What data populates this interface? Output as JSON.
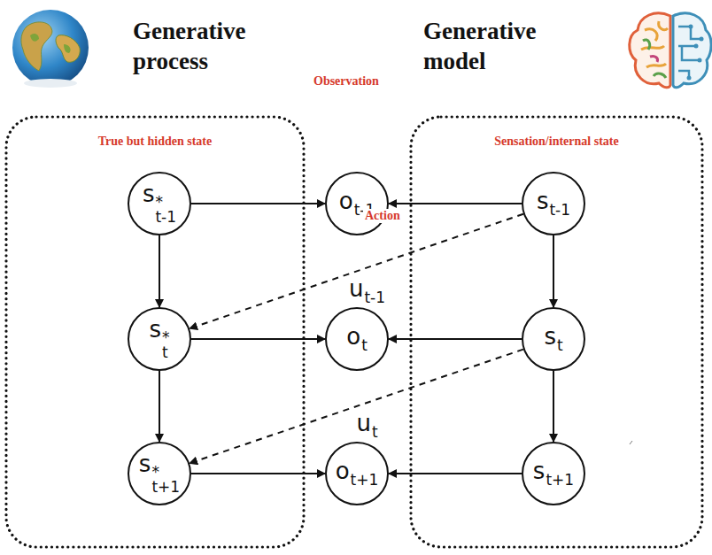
{
  "diagram": {
    "nodes": [
      {
        "text": [
          "True but hidden state"
        ]
      },
      {
        "text": [
          "s*t-1"
        ],
        "in": 0
      },
      {
        "text": [
          "s*t"
        ],
        "in": 0
      },
      {
        "text": [
          "s*t+1"
        ],
        "in": 0
      },
      {
        "text": [
          "ot-1"
        ]
      },
      {
        "text": [
          "ot"
        ]
      },
      {
        "text": [
          "ot+1"
        ]
      },
      {
        "text": [
          "Sensation/internal state"
        ]
      },
      {
        "text": [
          "st-1"
        ],
        "in": 7
      },
      {
        "text": [
          "st"
        ],
        "in": 7
      },
      {
        "text": [
          "st+1"
        ],
        "in": 7
      }
    ],
    "edges": [
      {
        "from": 1,
        "to": 2,
        "arrow": "to"
      },
      {
        "from": 2,
        "to": 3,
        "arrow": "to"
      },
      {
        "from": 1,
        "to": 4,
        "arrow": "to"
      },
      {
        "from": 2,
        "to": 5,
        "arrow": "to"
      },
      {
        "from": 3,
        "to": 6,
        "arrow": "to"
      },
      {
        "from": 8,
        "to": 4,
        "arrow": "to"
      },
      {
        "from": 9,
        "to": 5,
        "arrow": "to"
      },
      {
        "from": 10,
        "to": 6,
        "arrow": "to"
      },
      {
        "from": 8,
        "to": 9,
        "arrow": "to"
      },
      {
        "from": 9,
        "to": 10,
        "arrow": "to"
      },
      {
        "from": 8,
        "to": 2,
        "label": "ut-1",
        "arrow": "to"
      },
      {
        "from": 9,
        "to": 3,
        "label": "ut",
        "arrow": "to"
      }
    ],
    "labels": [
      "Generative process",
      "Generative model",
      "Observation",
      "Action"
    ]
  }
}
